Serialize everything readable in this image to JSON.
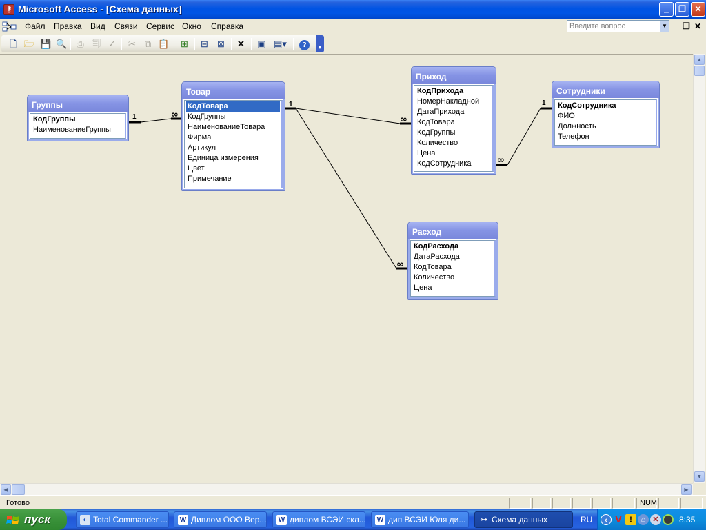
{
  "window": {
    "title": "Microsoft Access - [Схема данных]",
    "app_icon": "access-icon",
    "minimize": "minimize",
    "maximize": "maximize",
    "close": "close"
  },
  "menu": {
    "items": [
      "Файл",
      "Правка",
      "Вид",
      "Связи",
      "Сервис",
      "Окно",
      "Справка"
    ],
    "ask_placeholder": "Введите вопрос"
  },
  "toolbar": {
    "buttons": [
      "new-icon",
      "open-icon",
      "save-icon",
      "file-search-icon",
      "print-icon",
      "print-preview-icon",
      "spelling-icon",
      "cut-icon",
      "copy-icon",
      "paste-icon",
      "show-table-icon",
      "show-direct-icon",
      "show-all-icon",
      "delete-icon",
      "new-object-icon",
      "office-links-icon",
      "help-icon"
    ]
  },
  "tables": [
    {
      "id": "gruppy",
      "title": "Группы",
      "fields": [
        "КодГруппы",
        "НаименованиеГруппы"
      ],
      "key": 0
    },
    {
      "id": "tovar",
      "title": "Товар",
      "fields": [
        "КодТовара",
        "КодГруппы",
        "НаименованиеТовара",
        "Фирма",
        "Артикул",
        "Единица измерения",
        "Цвет",
        "Примечание"
      ],
      "key": 0,
      "selected": 0
    },
    {
      "id": "prihod",
      "title": "Приход",
      "fields": [
        "КодПрихода",
        "НомерНакладной",
        "ДатаПрихода",
        "КодТовара",
        "КодГруппы",
        "Количество",
        "Цена",
        "КодСотрудника"
      ],
      "key": 0
    },
    {
      "id": "sotrudniki",
      "title": "Сотрудники",
      "fields": [
        "КодСотрудника",
        "ФИО",
        "Должность",
        "Телефон"
      ],
      "key": 0
    },
    {
      "id": "rashod",
      "title": "Расход",
      "fields": [
        "КодРасхода",
        "ДатаРасхода",
        "КодТовара",
        "Количество",
        "Цена"
      ],
      "key": 0
    }
  ],
  "relations": [
    {
      "from": "Группы.КодГруппы",
      "to": "Товар.КодГруппы",
      "one": "1",
      "many": "∞"
    },
    {
      "from": "Товар.КодТовара",
      "to": "Приход.КодТовара",
      "one": "1",
      "many": "∞"
    },
    {
      "from": "Товар.КодТовара",
      "to": "Расход.КодТовара",
      "one": "1",
      "many": "∞"
    },
    {
      "from": "Сотрудники.КодСотрудника",
      "to": "Приход.КодСотрудника",
      "one": "1",
      "many": "∞"
    }
  ],
  "status": {
    "text": "Готово",
    "num": "NUM"
  },
  "taskbar": {
    "start": "пуск",
    "tasks": [
      "Total Commander ...",
      "Диплом ООО Вер...",
      "диплом ВСЭИ скл...",
      "дип ВСЭИ Юля ди...",
      "Схема данных"
    ],
    "lang": "RU",
    "clock": "8:35"
  }
}
